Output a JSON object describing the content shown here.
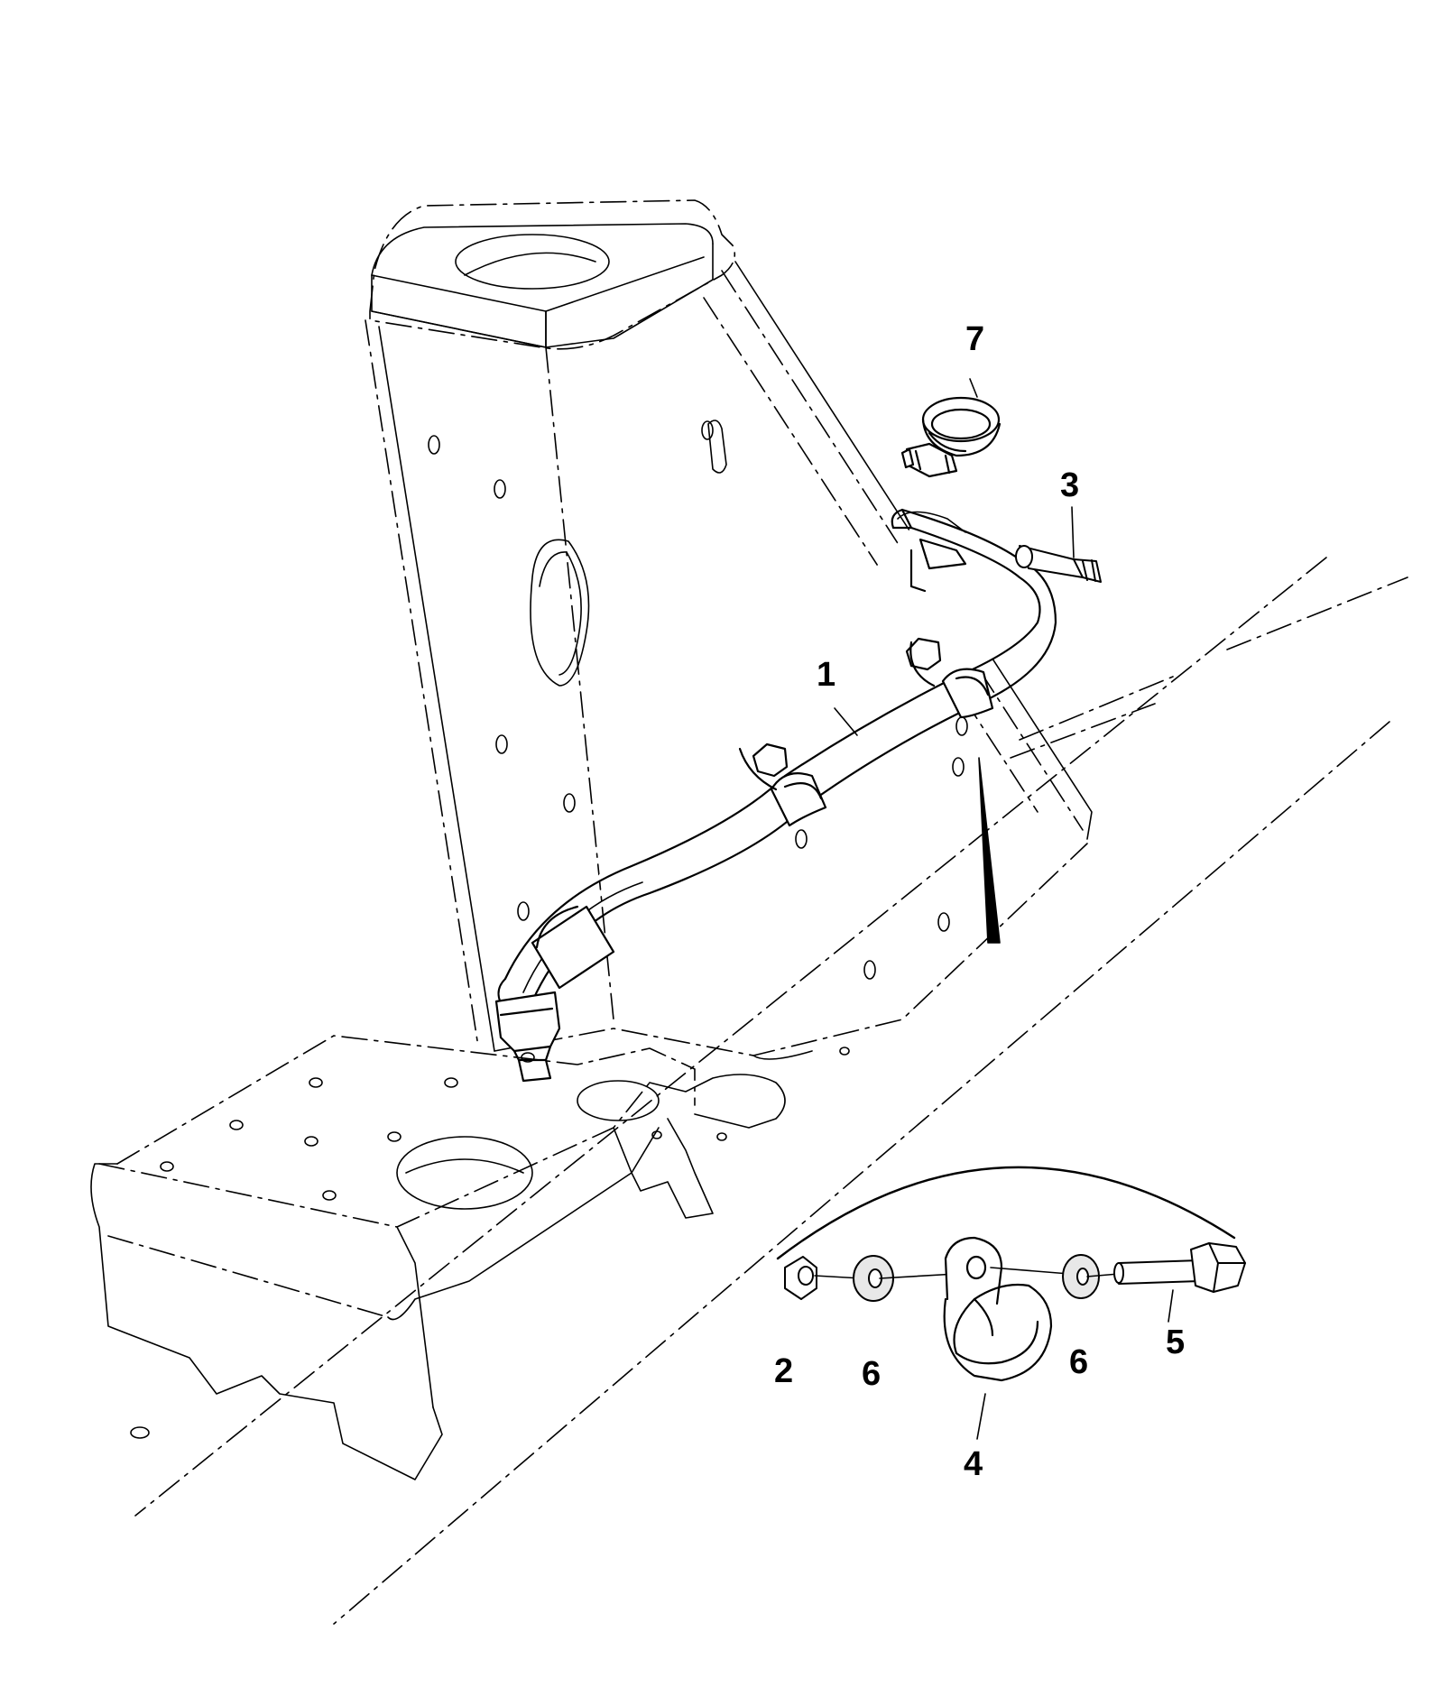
{
  "diagram": {
    "colors": {
      "line": "#000000",
      "background": "#ffffff",
      "part_fill": "#ffffff",
      "washer_fill": "#e8e8e8"
    },
    "callouts": [
      {
        "id": "1",
        "text": "1"
      },
      {
        "id": "2",
        "text": "2"
      },
      {
        "id": "3",
        "text": "3"
      },
      {
        "id": "4",
        "text": "4"
      },
      {
        "id": "5",
        "text": "5"
      },
      {
        "id": "6a",
        "text": "6"
      },
      {
        "id": "6b",
        "text": "6"
      },
      {
        "id": "7",
        "text": "7"
      }
    ]
  }
}
